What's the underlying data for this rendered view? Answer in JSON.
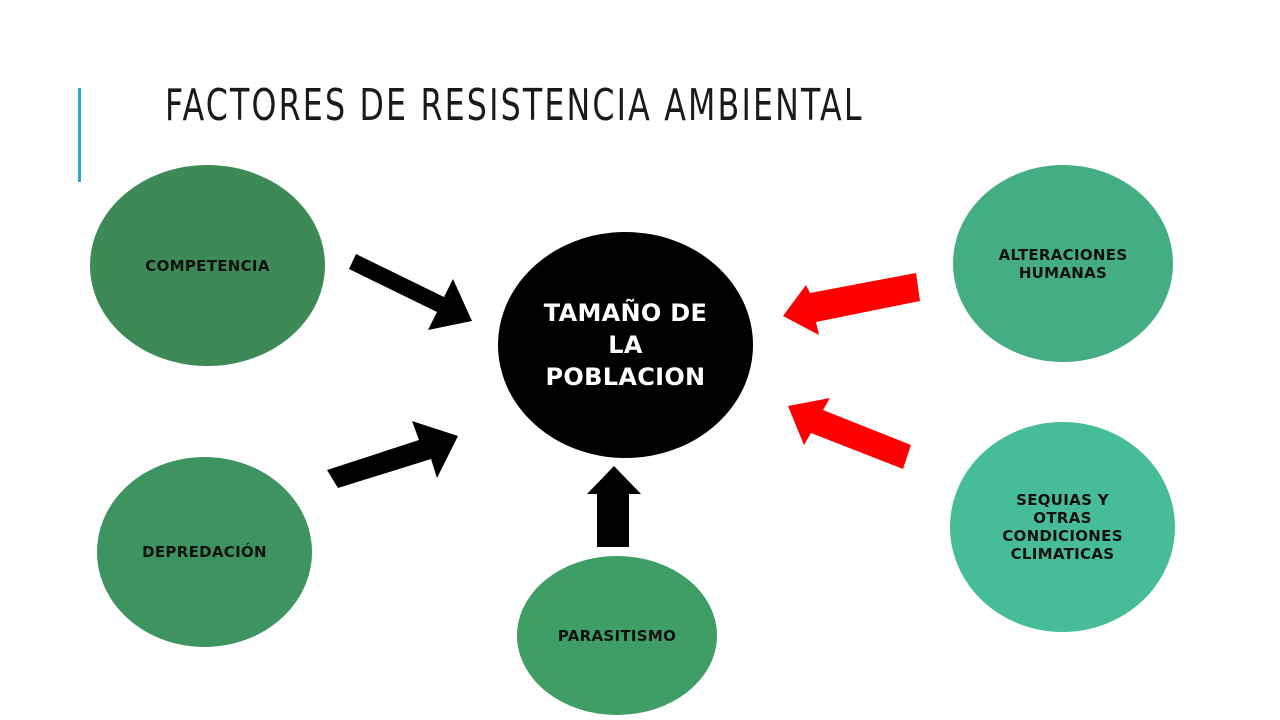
{
  "title": "FACTORES DE RESISTENCIA AMBIENTAL",
  "center": {
    "label": "TAMAÑO DE LA POBLACION",
    "color": "#000000"
  },
  "factors": {
    "competencia": {
      "label": "COMPETENCIA",
      "color": "#3e8a56"
    },
    "depredacion": {
      "label": "DEPREDACIÓN",
      "color": "#3e9460"
    },
    "parasitismo": {
      "label": "PARASITISMO",
      "color": "#3f9d66"
    },
    "alteraciones": {
      "label": "ALTERACIONES HUMANAS",
      "color": "#44ad82"
    },
    "sequias": {
      "label": "SEQUIAS Y OTRAS CONDICIONES CLIMATICAS",
      "color": "#47bc98"
    }
  },
  "colors": {
    "accent": "#2aa6c9",
    "biotic_arrow": "#000000",
    "abiotic_arrow": "#ff0000"
  }
}
